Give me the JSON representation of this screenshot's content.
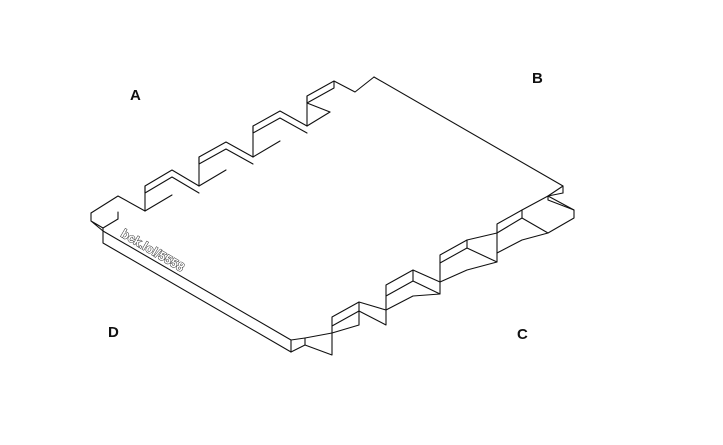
{
  "corners": {
    "a": "A",
    "b": "B",
    "c": "C",
    "d": "D"
  },
  "engraving": "bck.lol/5558",
  "colors": {
    "line": "#111111",
    "background": "#ffffff"
  }
}
